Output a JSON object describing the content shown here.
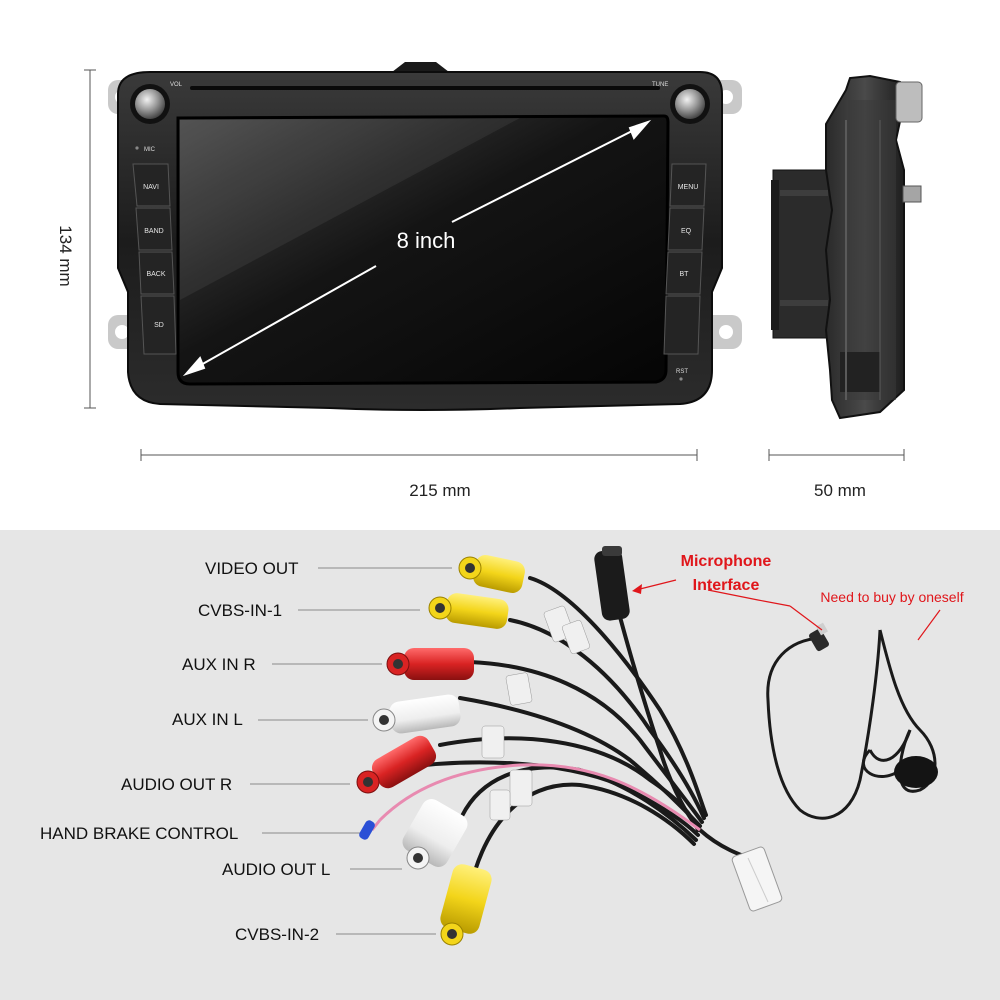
{
  "dimensions": {
    "height": "134 mm",
    "width": "215 mm",
    "depth": "50 mm",
    "screen_size": "8 inch"
  },
  "unit_labels": {
    "vol": "VOL",
    "tune": "TUNE",
    "mic": "MIC",
    "rst": "RST",
    "left_buttons": [
      "NAVI",
      "BAND",
      "BACK",
      "SD"
    ],
    "right_buttons": [
      "MENU",
      "EQ",
      "BT"
    ]
  },
  "harness": {
    "labels": [
      "VIDEO OUT",
      "CVBS-IN-1",
      "AUX IN R",
      "AUX IN L",
      "AUDIO OUT R",
      "HAND BRAKE CONTROL",
      "AUDIO OUT L",
      "CVBS-IN-2"
    ],
    "microphone_interface": [
      "Microphone",
      "Interface"
    ],
    "microphone_note": "Need to buy by oneself"
  },
  "colors": {
    "callout_red": "#e0161b",
    "rca_yellow": "#f3d51a",
    "rca_red": "#d92323",
    "rca_white": "#f4f4f4",
    "brake_blue": "#2a4fd6",
    "pink_wire": "#e88ab0"
  }
}
